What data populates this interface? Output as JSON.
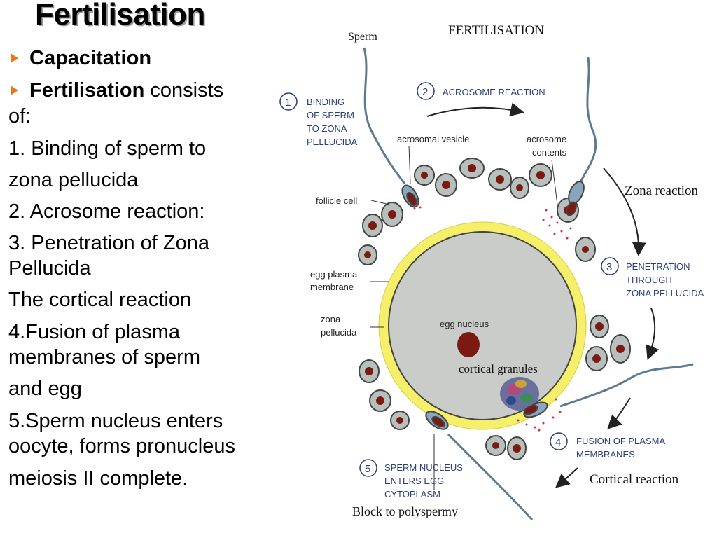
{
  "slide": {
    "title": "Fertilisation",
    "bullets": [
      {
        "strong": "Capacitation",
        "rest": ""
      },
      {
        "strong": "Fertilisation",
        "rest": " consists"
      }
    ],
    "lines": [
      "of:",
      "1. Binding of sperm to",
      "zona pellucida",
      "2. Acrosome reaction:",
      "3. Penetration of Zona",
      "Pellucida",
      "The cortical reaction",
      "4.Fusion of plasma",
      "membranes of sperm",
      "and egg",
      "5.Sperm nucleus enters",
      "oocyte, forms pronucleus",
      " meiosis II complete."
    ]
  },
  "diagram": {
    "heading": "FERTILISATION",
    "labels": {
      "sperm": "Sperm",
      "acrosomal_vesicle": "acrosomal vesicle",
      "acrosome_contents_1": "acrosome",
      "acrosome_contents_2": "contents",
      "follicle_cell": "follicle cell",
      "egg_membrane_1": "egg plasma",
      "egg_membrane_2": "membrane",
      "zona_1": "zona",
      "zona_2": "pellucida",
      "egg_nucleus": "egg nucleus",
      "cortical_granules": "cortical granules",
      "zona_reaction": "Zona reaction",
      "cortical_reaction": "Cortical reaction",
      "block": "Block to polyspermy"
    },
    "steps": [
      {
        "num": "1",
        "lines": [
          "BINDING",
          "OF SPERM",
          "TO ZONA",
          "PELLUCIDA"
        ]
      },
      {
        "num": "2",
        "lines": [
          "ACROSOME REACTION"
        ]
      },
      {
        "num": "3",
        "lines": [
          "PENETRATION",
          "THROUGH",
          "ZONA PELLUCIDA"
        ]
      },
      {
        "num": "4",
        "lines": [
          "FUSION OF PLASMA",
          "MEMBRANES"
        ]
      },
      {
        "num": "5",
        "lines": [
          "SPERM NUCLEUS",
          "ENTERS EGG",
          "CYTOPLASM"
        ]
      }
    ],
    "colors": {
      "zona": "#f6ef6a",
      "egg": "#c9ccc8",
      "nucleus": "#7a1a10",
      "follicle": "#b7c0bc",
      "sperm": "#8aa6bc",
      "step_text": "#2a3f7a"
    }
  }
}
